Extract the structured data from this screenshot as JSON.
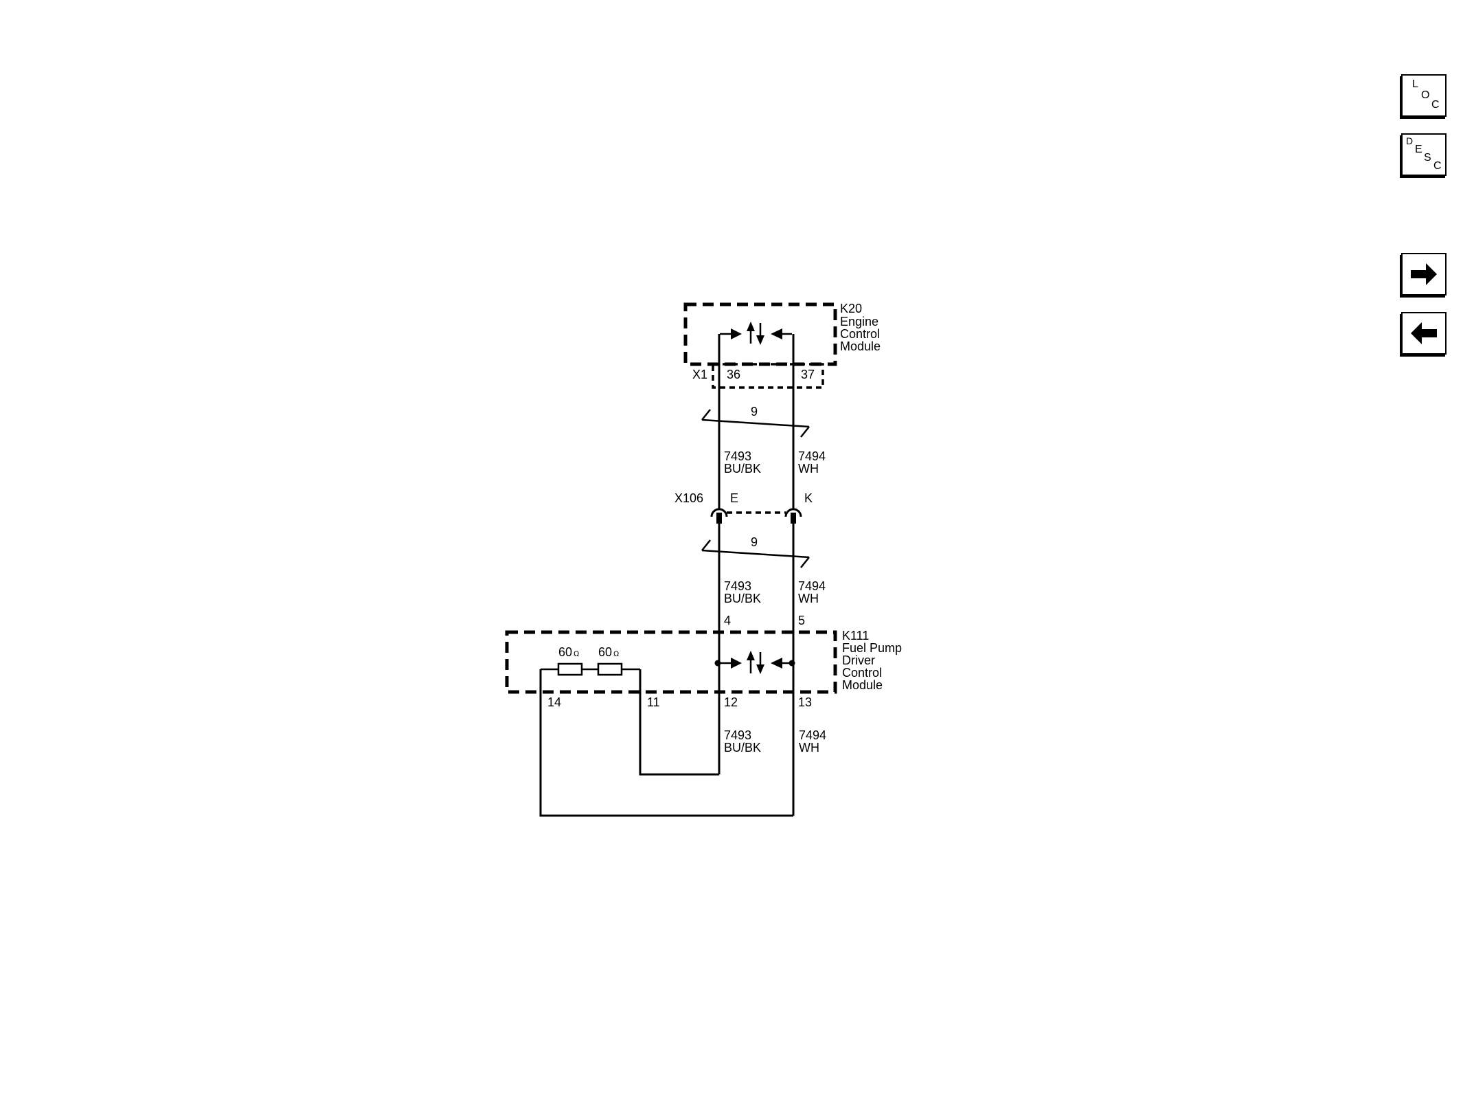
{
  "nav": {
    "loc": [
      "L",
      "O",
      "C"
    ],
    "desc": [
      "D",
      "E",
      "S",
      "C"
    ]
  },
  "modules": {
    "k20": {
      "code": "K20",
      "name": [
        "Engine",
        "Control",
        "Module"
      ],
      "connector": "X1"
    },
    "k111": {
      "code": "K111",
      "name": [
        "Fuel Pump",
        "Driver",
        "Control",
        "Module"
      ]
    }
  },
  "pins": {
    "k20_left": "36",
    "k20_right": "37",
    "k111_top_left": "4",
    "k111_top_right": "5",
    "k111_14": "14",
    "k111_11": "11",
    "k111_12": "12",
    "k111_13": "13"
  },
  "inline_connector": {
    "name": "X106",
    "left": "E",
    "right": "K"
  },
  "twist_label": "9",
  "wires": {
    "left": {
      "circuit": "7493",
      "color": "BU/BK"
    },
    "right": {
      "circuit": "7494",
      "color": "WH"
    }
  },
  "resistors": [
    "60",
    "60"
  ],
  "ohm_symbol": "Ω"
}
